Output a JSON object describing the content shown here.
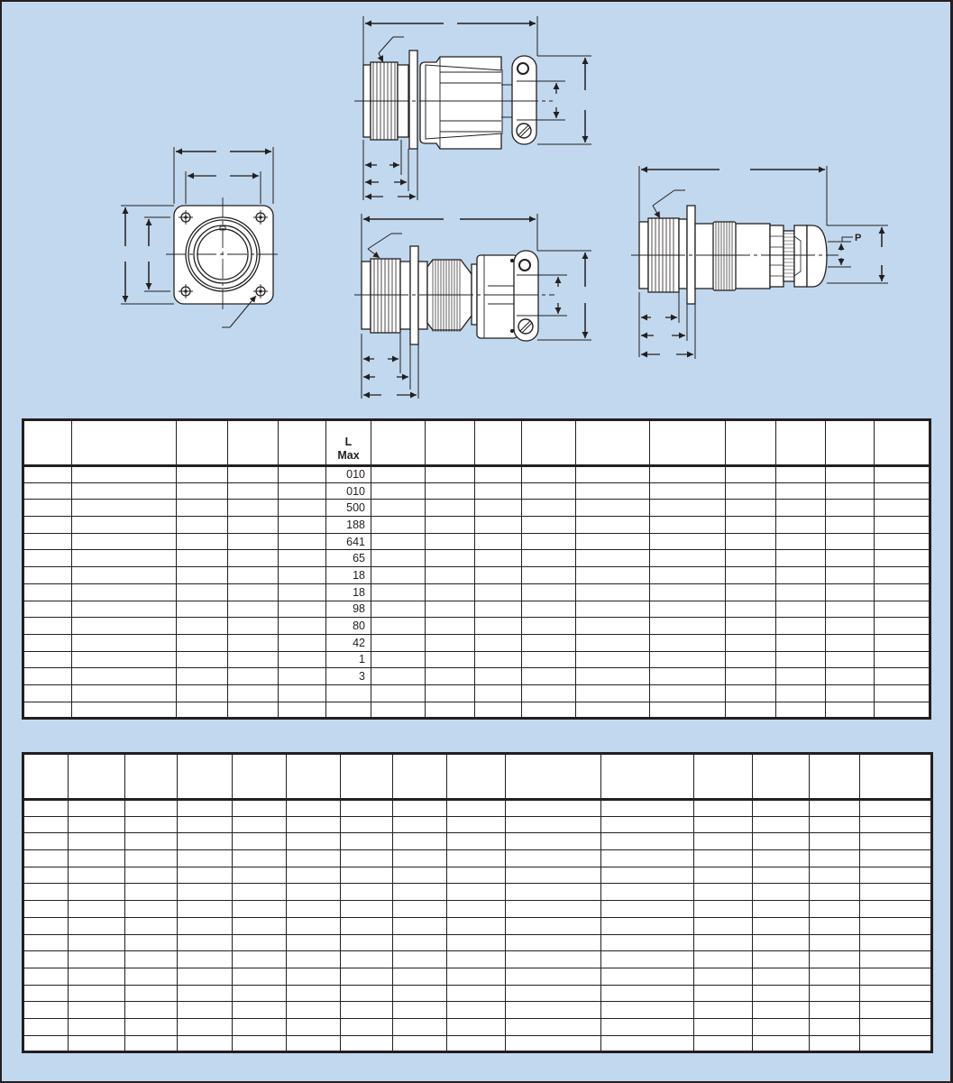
{
  "colors": {
    "page_background": "#c2d8ee",
    "line": "#231f20",
    "part_fill": "#ffffff"
  },
  "drawings": {
    "front_view": {
      "label": "front-flange-view",
      "callout": ""
    },
    "side_view_top": {
      "label": "side-view-with-strain-relief-clamp"
    },
    "side_view_bottom": {
      "label": "side-view-with-coupling-nut-and-clamp"
    },
    "side_view_right": {
      "label": "side-view-with-cable-gland",
      "dimension_label_p": "P"
    }
  },
  "table_1": {
    "headers": [
      "",
      "",
      "",
      "",
      "",
      "L Max",
      "",
      "",
      "",
      "",
      "",
      "",
      "",
      "",
      "",
      ""
    ],
    "header_l_line1": "L",
    "header_l_line2": "Max",
    "rows": [
      [
        "",
        "",
        "",
        "",
        "",
        "010",
        "",
        "",
        "",
        "",
        "",
        "",
        "",
        "",
        "",
        ""
      ],
      [
        "",
        "",
        "",
        "",
        "",
        "010",
        "",
        "",
        "",
        "",
        "",
        "",
        "",
        "",
        "",
        ""
      ],
      [
        "",
        "",
        "",
        "",
        "",
        "500",
        "",
        "",
        "",
        "",
        "",
        "",
        "",
        "",
        "",
        ""
      ],
      [
        "",
        "",
        "",
        "",
        "",
        "188",
        "",
        "",
        "",
        "",
        "",
        "",
        "",
        "",
        "",
        ""
      ],
      [
        "",
        "",
        "",
        "",
        "",
        "641",
        "",
        "",
        "",
        "",
        "",
        "",
        "",
        "",
        "",
        ""
      ],
      [
        "",
        "",
        "",
        "",
        "",
        "65",
        "",
        "",
        "",
        "",
        "",
        "",
        "",
        "",
        "",
        ""
      ],
      [
        "",
        "",
        "",
        "",
        "",
        "18",
        "",
        "",
        "",
        "",
        "",
        "",
        "",
        "",
        "",
        ""
      ],
      [
        "",
        "",
        "",
        "",
        "",
        "18",
        "",
        "",
        "",
        "",
        "",
        "",
        "",
        "",
        "",
        ""
      ],
      [
        "",
        "",
        "",
        "",
        "",
        "98",
        "",
        "",
        "",
        "",
        "",
        "",
        "",
        "",
        "",
        ""
      ],
      [
        "",
        "",
        "",
        "",
        "",
        "80",
        "",
        "",
        "",
        "",
        "",
        "",
        "",
        "",
        "",
        ""
      ],
      [
        "",
        "",
        "",
        "",
        "",
        "42",
        "",
        "",
        "",
        "",
        "",
        "",
        "",
        "",
        "",
        ""
      ],
      [
        "",
        "",
        "",
        "",
        "",
        "1",
        "",
        "",
        "",
        "",
        "",
        "",
        "",
        "",
        "",
        ""
      ],
      [
        "",
        "",
        "",
        "",
        "",
        "3",
        "",
        "",
        "",
        "",
        "",
        "",
        "",
        "",
        "",
        ""
      ],
      [
        "",
        "",
        "",
        "",
        "",
        "",
        "",
        "",
        "",
        "",
        "",
        "",
        "",
        "",
        "",
        ""
      ],
      [
        "",
        "",
        "",
        "",
        "",
        "",
        "",
        "",
        "",
        "",
        "",
        "",
        "",
        "",
        "",
        ""
      ]
    ]
  },
  "table_2": {
    "headers": [
      "",
      "",
      "",
      "",
      "",
      "",
      "",
      "",
      "",
      "",
      "",
      "",
      "",
      "",
      "",
      ""
    ],
    "rows": [
      [
        "",
        "",
        "",
        "",
        "",
        "",
        "",
        "",
        "",
        "",
        "",
        "",
        "",
        "",
        "",
        ""
      ],
      [
        "",
        "",
        "",
        "",
        "",
        "",
        "",
        "",
        "",
        "",
        "",
        "",
        "",
        "",
        "",
        ""
      ],
      [
        "",
        "",
        "",
        "",
        "",
        "",
        "",
        "",
        "",
        "",
        "",
        "",
        "",
        "",
        "",
        ""
      ],
      [
        "",
        "",
        "",
        "",
        "",
        "",
        "",
        "",
        "",
        "",
        "",
        "",
        "",
        "",
        "",
        ""
      ],
      [
        "",
        "",
        "",
        "",
        "",
        "",
        "",
        "",
        "",
        "",
        "",
        "",
        "",
        "",
        "",
        ""
      ],
      [
        "",
        "",
        "",
        "",
        "",
        "",
        "",
        "",
        "",
        "",
        "",
        "",
        "",
        "",
        "",
        ""
      ],
      [
        "",
        "",
        "",
        "",
        "",
        "",
        "",
        "",
        "",
        "",
        "",
        "",
        "",
        "",
        "",
        ""
      ],
      [
        "",
        "",
        "",
        "",
        "",
        "",
        "",
        "",
        "",
        "",
        "",
        "",
        "",
        "",
        "",
        ""
      ],
      [
        "",
        "",
        "",
        "",
        "",
        "",
        "",
        "",
        "",
        "",
        "",
        "",
        "",
        "",
        "",
        ""
      ],
      [
        "",
        "",
        "",
        "",
        "",
        "",
        "",
        "",
        "",
        "",
        "",
        "",
        "",
        "",
        "",
        ""
      ],
      [
        "",
        "",
        "",
        "",
        "",
        "",
        "",
        "",
        "",
        "",
        "",
        "",
        "",
        "",
        "",
        ""
      ],
      [
        "",
        "",
        "",
        "",
        "",
        "",
        "",
        "",
        "",
        "",
        "",
        "",
        "",
        "",
        "",
        ""
      ],
      [
        "",
        "",
        "",
        "",
        "",
        "",
        "",
        "",
        "",
        "",
        "",
        "",
        "",
        "",
        "",
        ""
      ],
      [
        "",
        "",
        "",
        "",
        "",
        "",
        "",
        "",
        "",
        "",
        "",
        "",
        "",
        "",
        "",
        ""
      ],
      [
        "",
        "",
        "",
        "",
        "",
        "",
        "",
        "",
        "",
        "",
        "",
        "",
        "",
        "",
        "",
        ""
      ]
    ]
  }
}
